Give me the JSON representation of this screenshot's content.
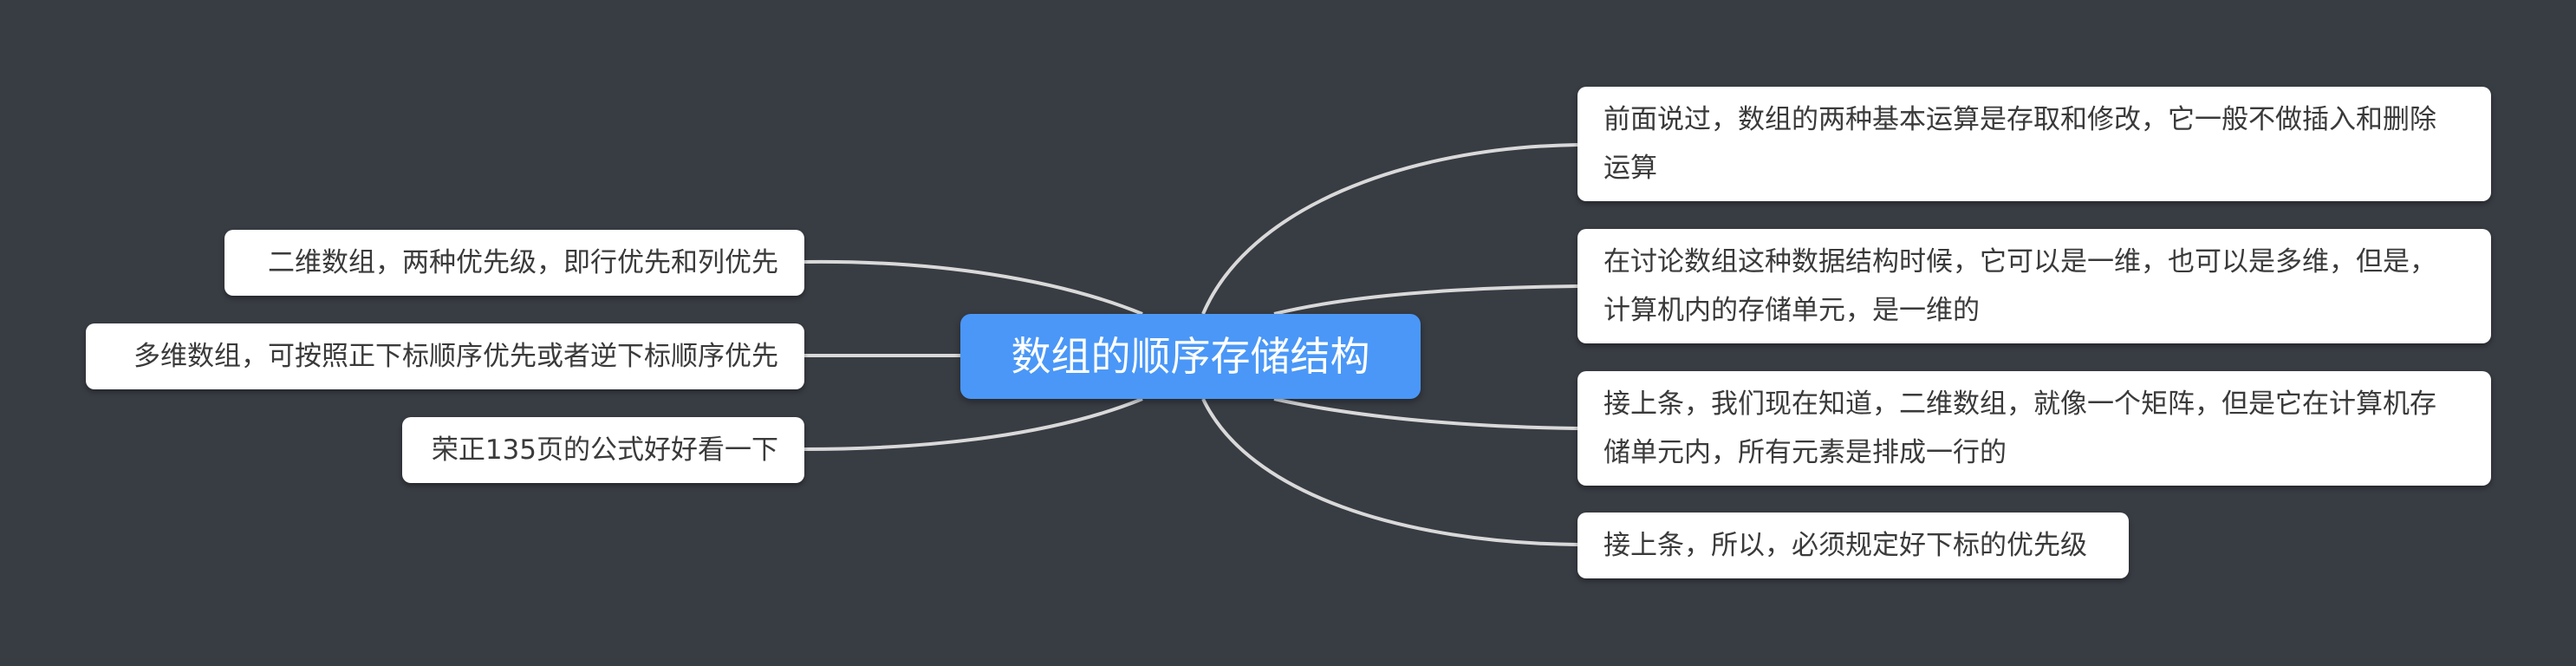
{
  "central_topic": "数组的顺序存储结构",
  "left_topics": [
    {
      "label": "二维数组，两种优先级，即行优先和列优先"
    },
    {
      "label": "多维数组，可按照正下标顺序优先或者逆下标顺序优先"
    },
    {
      "label": "荣正135页的公式好好看一下"
    }
  ],
  "right_topics": [
    {
      "lines": [
        "前面说过，数组的两种基本运算是存取和修改，它一般不做插入和删除",
        "运算"
      ]
    },
    {
      "lines": [
        "在讨论数组这种数据结构时候，它可以是一维，也可以是多维，但是，",
        "计算机内的存储单元，是一维的"
      ]
    },
    {
      "lines": [
        "接上条，我们现在知道，二维数组，就像一个矩阵，但是它在计算机存",
        "储单元内，所有元素是排成一行的"
      ]
    },
    {
      "lines": [
        "接上条，所以，必须规定好下标的优先级"
      ]
    }
  ],
  "colors": {
    "background": "#383c43",
    "central_fill": "#4a97f7",
    "topic_fill": "#ffffff",
    "connector": "#d9d9d9"
  }
}
